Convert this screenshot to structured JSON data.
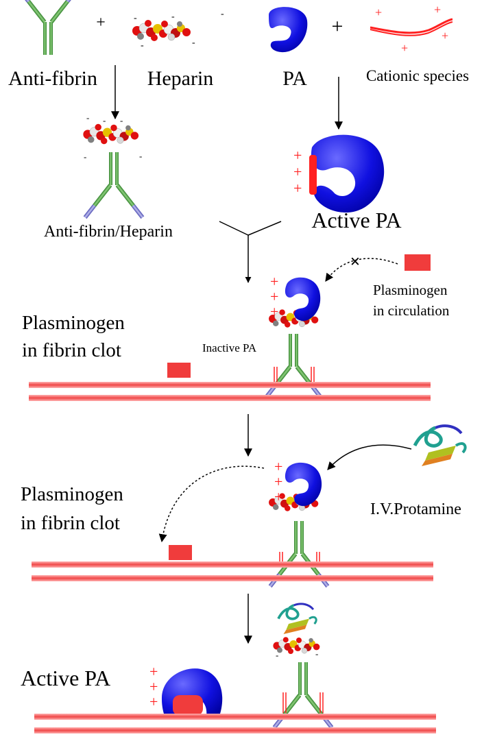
{
  "labels": {
    "anti_fibrin": "Anti-fibrin",
    "heparin": "Heparin",
    "pa": "PA",
    "cationic_species": "Cationic species",
    "anti_fibrin_heparin": "Anti-fibrin/Heparin",
    "active_pa_top": "Active PA",
    "plasminogen_circulation_1": "Plasminogen",
    "plasminogen_circulation_2": "in circulation",
    "plasminogen_clot_1": "Plasminogen",
    "plasminogen_clot_2": "in fibrin clot",
    "inactive_pa": "Inactive PA",
    "iv_protamine": "I.V.Protamine",
    "active_pa_bottom": "Active PA"
  },
  "symbols": {
    "plus": "+",
    "charge_positive": "+",
    "charge_negative": "-",
    "blocked": "×"
  },
  "colors": {
    "antibody_green": "#3f9f3a",
    "antibody_tip_blue": "#6a6ad0",
    "pa_blue": "#1a1ae0",
    "charge_red": "#ff2020",
    "membrane_red": "#f04848",
    "plasminogen_red": "#f03c3c"
  }
}
